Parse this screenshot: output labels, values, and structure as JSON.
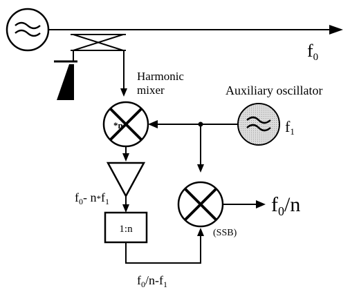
{
  "diagram": {
    "output_main": {
      "base": "f",
      "sub": "0"
    },
    "harmonic_mixer": {
      "label_line1": "Harmonic",
      "label_line2": "mixer",
      "factor": "*n"
    },
    "aux_oscillator": {
      "label": "Auxiliary oscillator",
      "freq_base": "f",
      "freq_sub": "1"
    },
    "if_signal": {
      "part1": "f",
      "sub1": "0",
      "part2": "- n",
      "star": "*",
      "part3": "f",
      "sub2": "1"
    },
    "divider": {
      "label": "1:n"
    },
    "ssb": {
      "label": "(SSB)"
    },
    "output_div": {
      "base": "f",
      "sub": "0",
      "rest": "/n"
    },
    "diff_signal": {
      "part1": "f",
      "sub1": "0",
      "part2": "/n-f",
      "sub2": "1"
    }
  },
  "colors": {
    "ink": "#000000",
    "aux_fill": "#d4d4d4",
    "background": "#ffffff"
  },
  "icons": {
    "oscillator": "sine-wave-icon",
    "mixer": "cross-icon",
    "amplifier": "triangle-icon",
    "termination": "load-icon"
  }
}
